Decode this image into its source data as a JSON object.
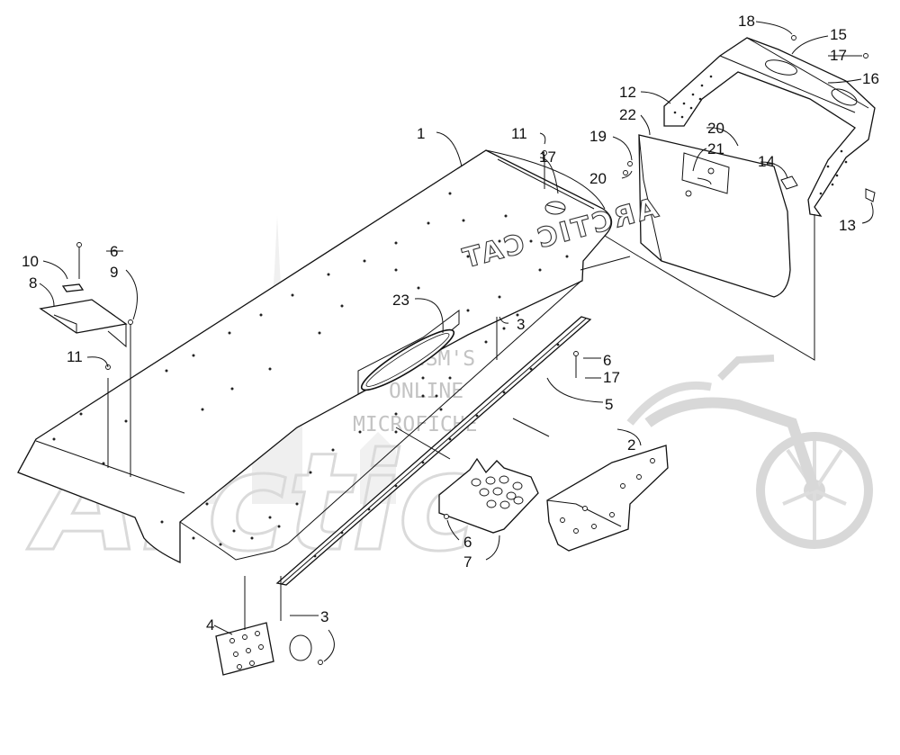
{
  "watermark": {
    "line1": "HISM'S",
    "line2": "ONLINE",
    "line3": "MICROFICHE",
    "logo_text": "Arctic"
  },
  "snow_flap_text": "ARCTIC CAT",
  "callouts": [
    {
      "id": "c1",
      "text": "1"
    },
    {
      "id": "c2",
      "text": "2"
    },
    {
      "id": "c3a",
      "text": "3"
    },
    {
      "id": "c3b",
      "text": "3"
    },
    {
      "id": "c4",
      "text": "4"
    },
    {
      "id": "c5",
      "text": "5"
    },
    {
      "id": "c6a",
      "text": "6"
    },
    {
      "id": "c6b",
      "text": "6"
    },
    {
      "id": "c6c",
      "text": "6"
    },
    {
      "id": "c7",
      "text": "7"
    },
    {
      "id": "c8",
      "text": "8"
    },
    {
      "id": "c9",
      "text": "9"
    },
    {
      "id": "c10",
      "text": "10"
    },
    {
      "id": "c11a",
      "text": "11"
    },
    {
      "id": "c11b",
      "text": "11"
    },
    {
      "id": "c12",
      "text": "12"
    },
    {
      "id": "c13",
      "text": "13"
    },
    {
      "id": "c14",
      "text": "14"
    },
    {
      "id": "c15",
      "text": "15"
    },
    {
      "id": "c16",
      "text": "16"
    },
    {
      "id": "c17a",
      "text": "17"
    },
    {
      "id": "c17b",
      "text": "17"
    },
    {
      "id": "c17c",
      "text": "17"
    },
    {
      "id": "c18",
      "text": "18"
    },
    {
      "id": "c19",
      "text": "19"
    },
    {
      "id": "c20a",
      "text": "20"
    },
    {
      "id": "c20b",
      "text": "20"
    },
    {
      "id": "c21",
      "text": "21"
    },
    {
      "id": "c22",
      "text": "22"
    },
    {
      "id": "c23",
      "text": "23"
    }
  ]
}
